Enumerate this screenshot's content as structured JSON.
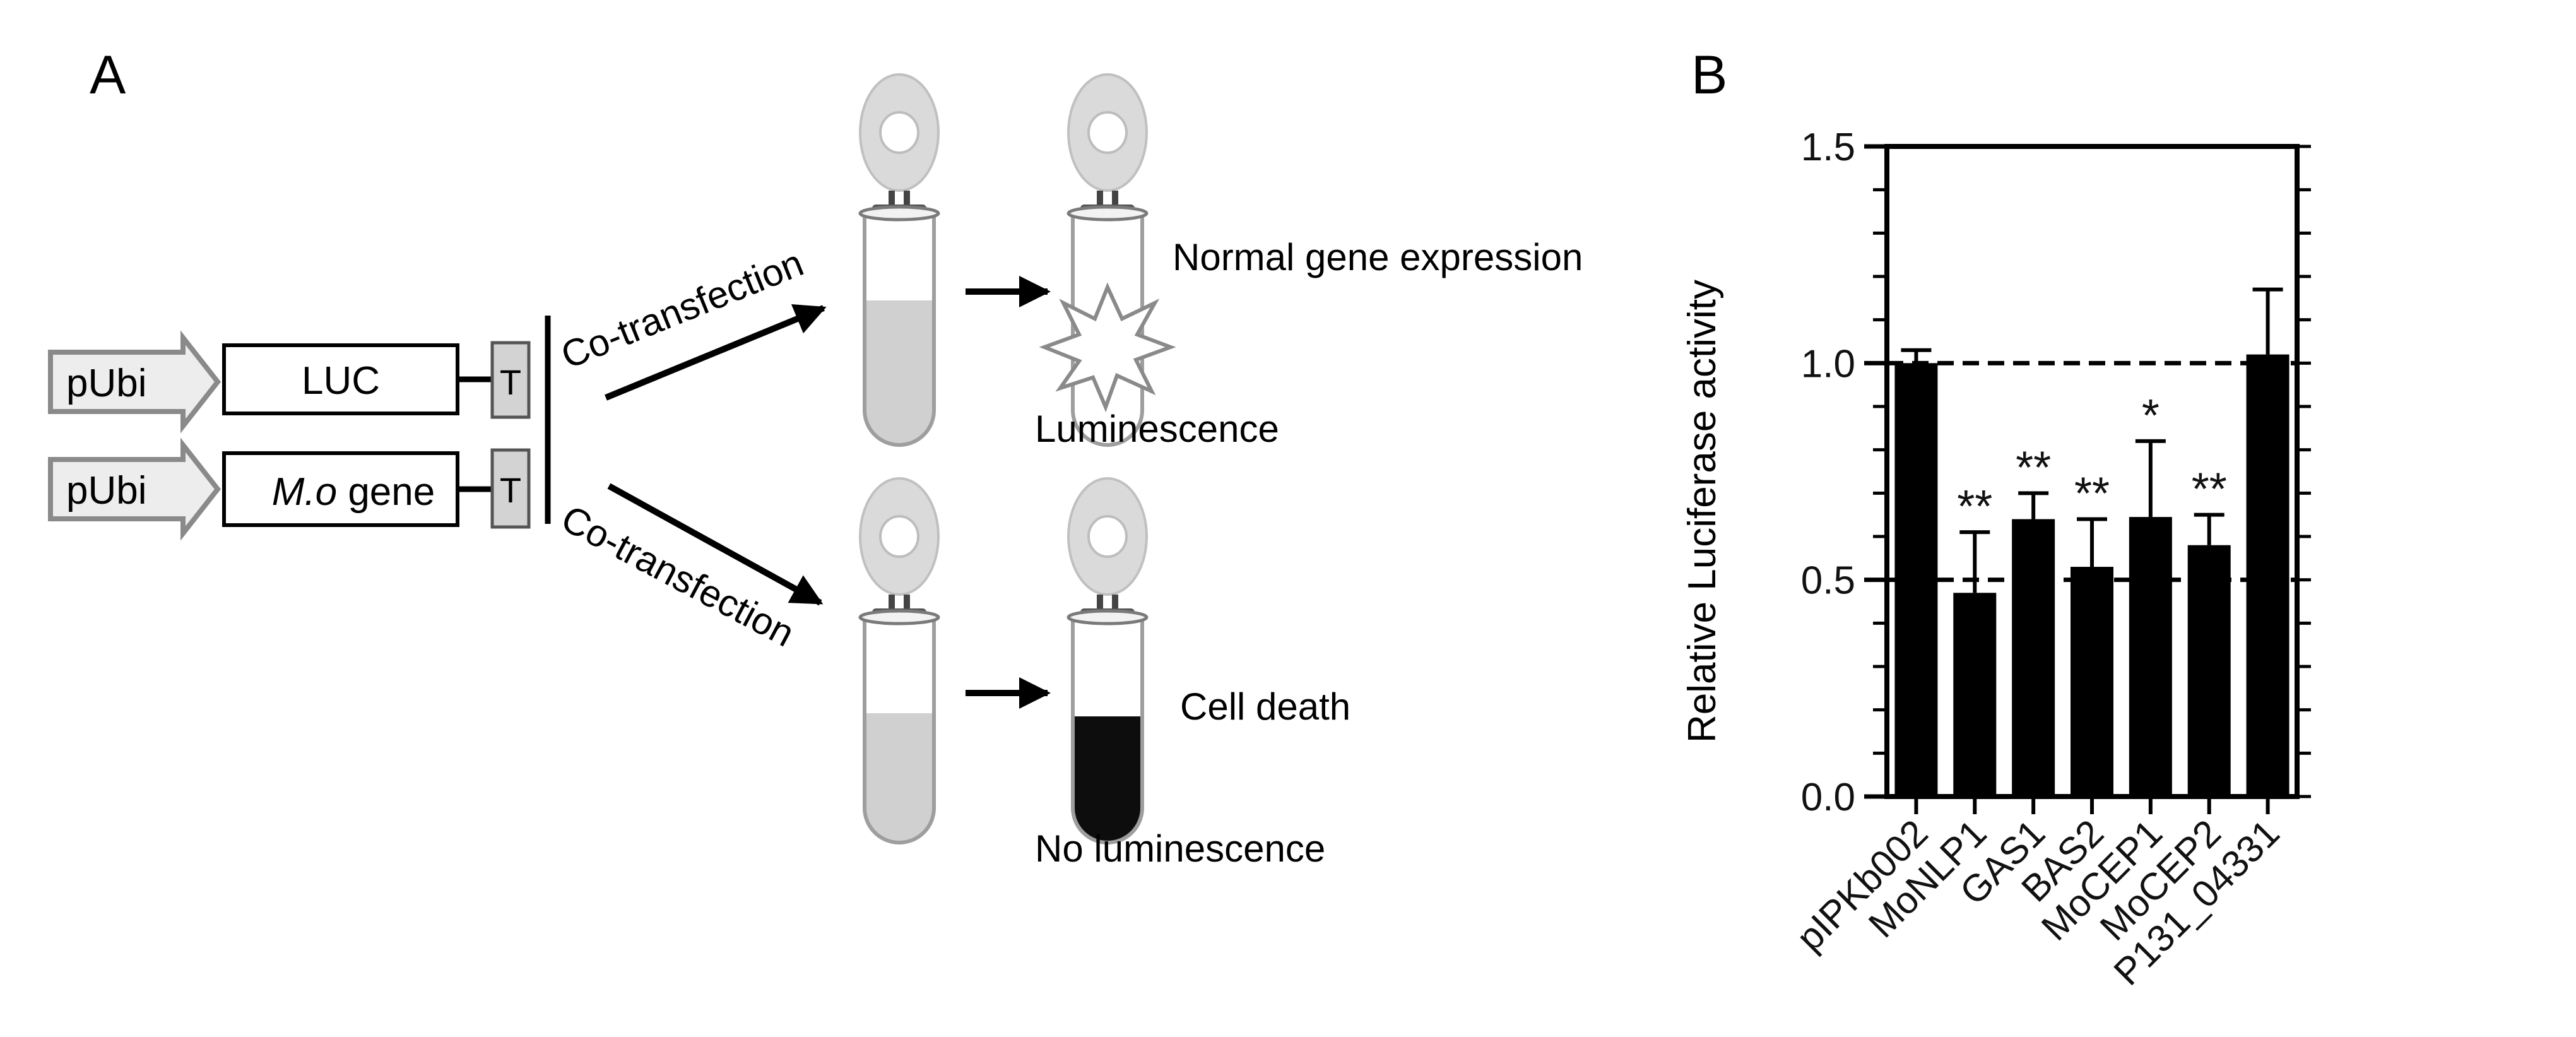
{
  "panel_a": {
    "label": "A",
    "constructs": [
      {
        "promoter": "pUbi",
        "gene": "LUC",
        "gene_italic": "",
        "terminator": "T"
      },
      {
        "promoter": "pUbi",
        "gene": " gene",
        "gene_italic": "M.o",
        "terminator": "T"
      }
    ],
    "top_arrow_label": "Co-transfection",
    "bottom_arrow_label": "Co-transfection",
    "top_outcome": "Normal gene expression",
    "top_readout": "Luminescence",
    "bottom_outcome": "Cell death",
    "bottom_readout": "No luminescence"
  },
  "panel_b": {
    "label": "B"
  },
  "chart_data": {
    "type": "bar",
    "title": "",
    "xlabel": "",
    "ylabel": "Relative Luciferase activity",
    "ylim": [
      0,
      1.5
    ],
    "yticks": [
      "0.0",
      "0.5",
      "1.0",
      "1.5"
    ],
    "categories": [
      "pIPKb002",
      "MoNLP1",
      "GAS1",
      "BAS2",
      "MoCEP1",
      "MoCEP2",
      "P131_04331"
    ],
    "values": [
      1.0,
      0.47,
      0.64,
      0.53,
      0.645,
      0.58,
      1.02
    ],
    "errors": [
      0.03,
      0.14,
      0.06,
      0.11,
      0.175,
      0.07,
      0.15
    ],
    "significance": [
      "",
      "**",
      "**",
      "**",
      "*",
      "**",
      ""
    ],
    "reference_lines": [
      1.0,
      0.5
    ],
    "bar_color": "#000000",
    "grid": false
  }
}
